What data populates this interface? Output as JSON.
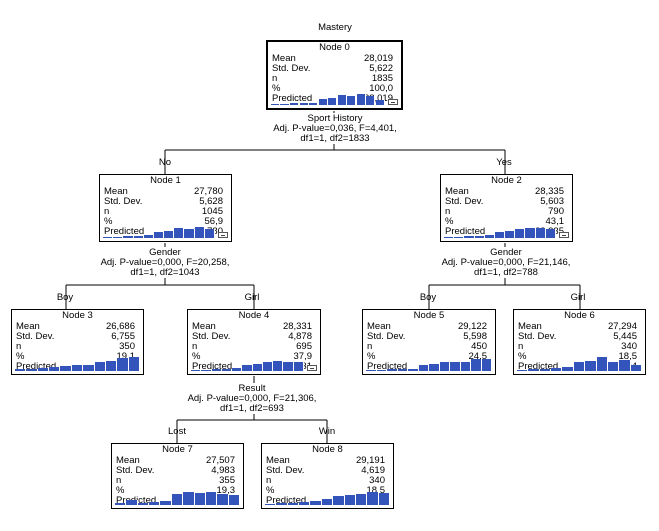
{
  "title": "Mastery",
  "stat_labels": [
    "Mean",
    "Std. Dev.",
    "n",
    "%",
    "Predicted"
  ],
  "bar_color": "#3355bb",
  "nodes": {
    "n0": {
      "name": "Node 0",
      "vals": [
        "28,019",
        "5,622",
        "1835",
        "100,0",
        "28,019"
      ],
      "hist": [
        0.05,
        0.05,
        0.1,
        0.1,
        0.12,
        0.3,
        0.35,
        0.55,
        0.5,
        0.6,
        0.45,
        0.25
      ]
    },
    "n1": {
      "name": "Node 1",
      "vals": [
        "27,780",
        "5,628",
        "1045",
        "56,9",
        "27,780"
      ],
      "hist": [
        0.05,
        0.05,
        0.08,
        0.1,
        0.15,
        0.3,
        0.35,
        0.55,
        0.5,
        0.6,
        0.45
      ]
    },
    "n2": {
      "name": "Node 2",
      "vals": [
        "28,335",
        "5,603",
        "790",
        "43,1",
        "28,335"
      ],
      "hist": [
        0.05,
        0.05,
        0.08,
        0.1,
        0.15,
        0.3,
        0.35,
        0.5,
        0.55,
        0.55,
        0.45
      ]
    },
    "n3": {
      "name": "Node 3",
      "vals": [
        "26,686",
        "6,755",
        "350",
        "19,1",
        "26,686"
      ],
      "hist": [
        0.1,
        0.1,
        0.15,
        0.2,
        0.25,
        0.3,
        0.3,
        0.5,
        0.55,
        0.7,
        0.75
      ]
    },
    "n4": {
      "name": "Node 4",
      "vals": [
        "28,331",
        "4,878",
        "695",
        "37,9",
        "28,331"
      ],
      "hist": [
        0.05,
        0.05,
        0.08,
        0.1,
        0.15,
        0.3,
        0.35,
        0.45,
        0.55,
        0.5,
        0.45
      ]
    },
    "n5": {
      "name": "Node 5",
      "vals": [
        "29,122",
        "5,598",
        "450",
        "24,5",
        "29,122"
      ],
      "hist": [
        0.05,
        0.05,
        0.1,
        0.1,
        0.1,
        0.3,
        0.35,
        0.45,
        0.45,
        0.5,
        0.65,
        0.65
      ]
    },
    "n6": {
      "name": "Node 6",
      "vals": [
        "27,294",
        "5,445",
        "340",
        "18,5",
        "27,294"
      ],
      "hist": [
        0.05,
        0.1,
        0.1,
        0.15,
        0.2,
        0.5,
        0.55,
        0.75,
        0.5,
        0.6,
        0.3
      ]
    },
    "n7": {
      "name": "Node 7",
      "vals": [
        "27,507",
        "4,983",
        "355",
        "19,3",
        "27,507"
      ],
      "hist": [
        0.1,
        0.25,
        0.1,
        0.15,
        0.2,
        0.6,
        0.7,
        0.65,
        0.7,
        0.6,
        0.55
      ]
    },
    "n8": {
      "name": "Node 8",
      "vals": [
        "29,191",
        "4,619",
        "340",
        "18,5",
        "29,191"
      ],
      "hist": [
        0.05,
        0.1,
        0.1,
        0.15,
        0.2,
        0.3,
        0.5,
        0.55,
        0.6,
        0.7,
        0.65
      ]
    }
  },
  "splits": {
    "s0": {
      "var": "Sport History",
      "l1": "Adj. P-value=0,036, F=4,401,",
      "l2": "df1=1, df2=1833"
    },
    "s1": {
      "var": "Gender",
      "l1": "Adj. P-value=0,000, F=20,258,",
      "l2": "df1=1, df2=1043"
    },
    "s2": {
      "var": "Gender",
      "l1": "Adj. P-value=0,000, F=21,146,",
      "l2": "df1=1, df2=788"
    },
    "s4": {
      "var": "Result",
      "l1": "Adj. P-value=0,000, F=21,306,",
      "l2": "df1=1, df2=693"
    }
  },
  "branches": {
    "no": "No",
    "yes": "Yes",
    "boy1": "Boy",
    "girl1": "Girl",
    "boy2": "Boy",
    "girl2": "Girl",
    "lost": "Lost",
    "win": "Win"
  }
}
